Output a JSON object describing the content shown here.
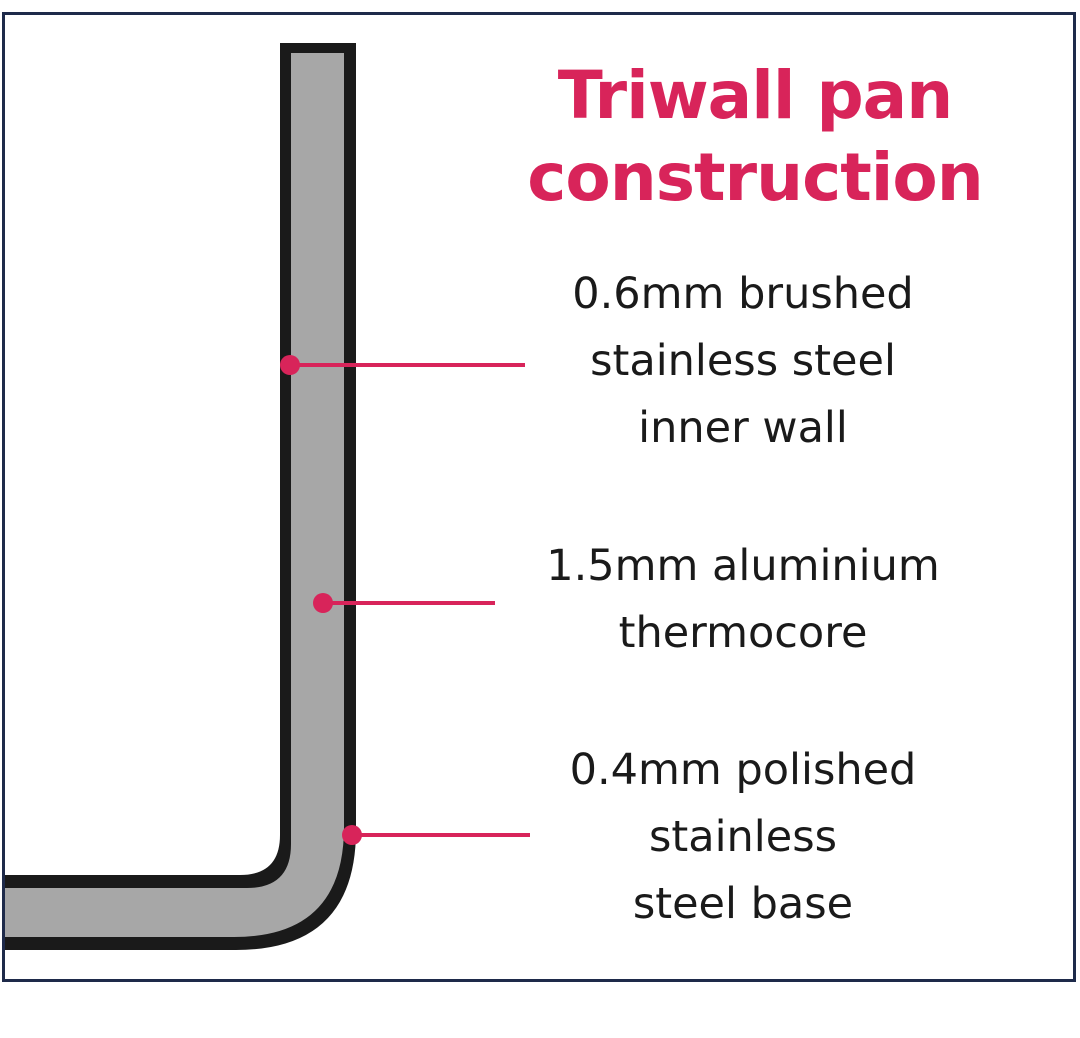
{
  "title": {
    "line1": "Triwall pan",
    "line2": "construction"
  },
  "labels": [
    {
      "lines": [
        "0.6mm brushed",
        "stainless steel",
        "inner wall"
      ]
    },
    {
      "lines": [
        "1.5mm aluminium",
        "thermocore"
      ]
    },
    {
      "lines": [
        "0.4mm polished",
        "stainless",
        "steel base"
      ]
    }
  ],
  "colors": {
    "accent": "#d8245a",
    "outline": "#1a1a1a",
    "core": "#a7a7a7",
    "frame": "#1e2a4a"
  }
}
